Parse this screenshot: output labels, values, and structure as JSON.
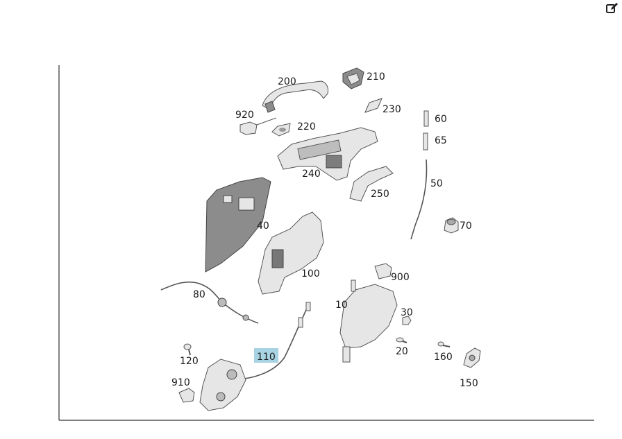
{
  "toolbar": {
    "edit_icon": "edit-icon"
  },
  "diagram": {
    "highlighted_part": "110",
    "highlight_color": "#a7d3e3",
    "labels": {
      "p10": "10",
      "p20": "20",
      "p30": "30",
      "p40": "40",
      "p50": "50",
      "p60": "60",
      "p65": "65",
      "p70": "70",
      "p80": "80",
      "p100": "100",
      "p110": "110",
      "p120": "120",
      "p150": "150",
      "p160": "160",
      "p200": "200",
      "p210": "210",
      "p220": "220",
      "p230": "230",
      "p240": "240",
      "p250": "250",
      "p900": "900",
      "p910": "910",
      "p920": "920"
    }
  }
}
